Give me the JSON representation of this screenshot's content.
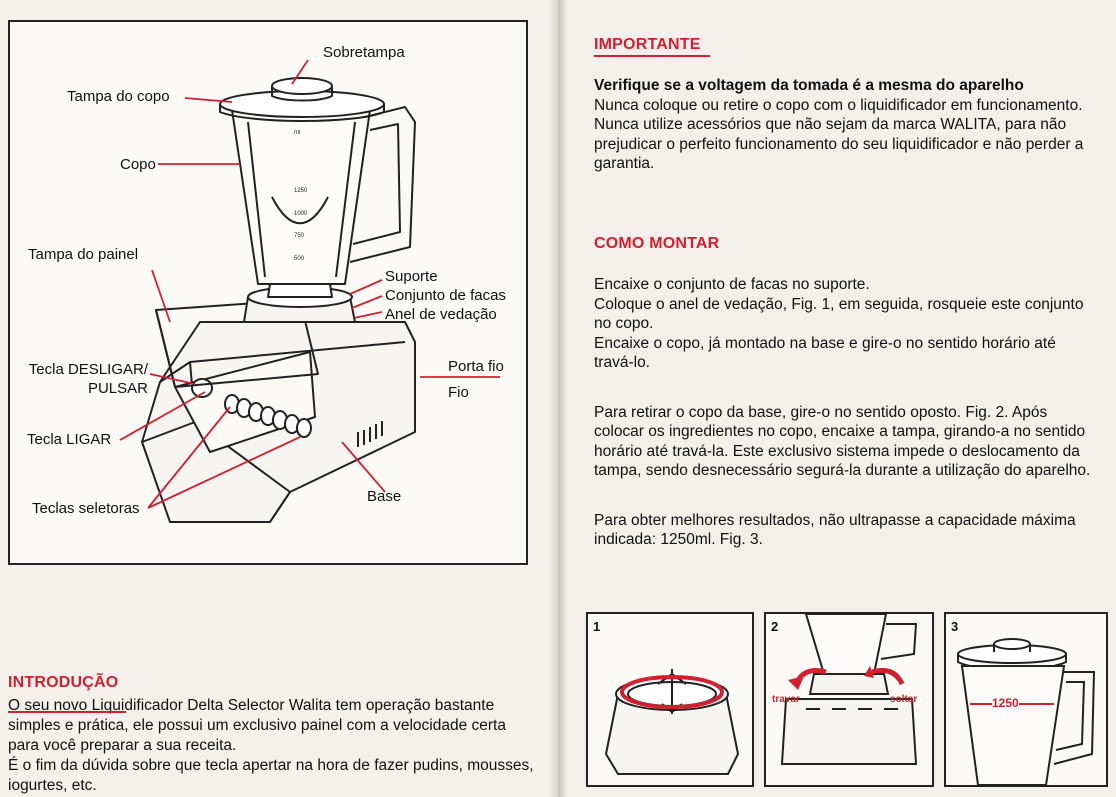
{
  "diagram": {
    "labels": {
      "sobretampa": "Sobretampa",
      "tampa_copo": "Tampa do copo",
      "copo": "Copo",
      "tampa_painel": "Tampa do painel",
      "suporte": "Suporte",
      "conjunto_facas": "Conjunto de facas",
      "anel_vedacao": "Anel de vedação",
      "porta_fio": "Porta fio",
      "fio": "Fio",
      "tecla_desligar": "Tecla DESLIGAR/",
      "tecla_pulsar": "PULSAR",
      "tecla_ligar": "Tecla LIGAR",
      "teclas_seletoras": "Teclas seletoras",
      "base": "Base"
    },
    "scale_marks": [
      "ml",
      "1250",
      "1000",
      "750",
      "500"
    ]
  },
  "introducao": {
    "heading": "INTRODUÇÃO",
    "text1": "O seu novo Liquidificador Delta Selector Walita tem operação bastante simples e prática, ele possui um exclusivo painel com a velocidade certa para você preparar a sua receita.",
    "text2": "É o fim da dúvida sobre que tecla apertar na hora de fazer pudins, mousses, iogurtes, etc."
  },
  "importante": {
    "heading": "IMPORTANTE",
    "bold_line": "Verifique se a voltagem da tomada é a mesma do aparelho",
    "line1": "Nunca coloque ou retire o copo com o liquidificador em funcionamento.",
    "line2": "Nunca utilize acessórios que não sejam da marca WALITA, para não prejudicar o perfeito funcionamento do seu liquidificador e não perder a garantia."
  },
  "como_montar": {
    "heading": "COMO MONTAR",
    "p1_l1": "Encaixe o conjunto de facas no suporte.",
    "p1_l2": "Coloque o anel de vedação, Fig. 1, em seguida, rosqueie este conjunto no copo.",
    "p1_l3": "Encaixe o copo, já montado na base e gire-o no sentido horário até travá-lo.",
    "p2": "Para retirar o copo da base, gire-o no sentido oposto. Fig. 2. Após colocar os ingredientes no copo, encaixe a tampa, girando-a no sentido horário até travá-la. Este exclusivo sistema impede o deslocamento da tampa, sendo desnecessário segurá-la durante a utilização do aparelho.",
    "p3": "Para obter melhores resultados, não ultrapasse a capacidade máxima indicada: 1250ml. Fig. 3."
  },
  "figures": {
    "fig1_num": "1",
    "fig2_num": "2",
    "fig3_num": "3",
    "travar": "travar",
    "soltar": "soltar",
    "capacity": "1250"
  },
  "colors": {
    "accent_red": "#d2202e",
    "line": "#222222"
  }
}
